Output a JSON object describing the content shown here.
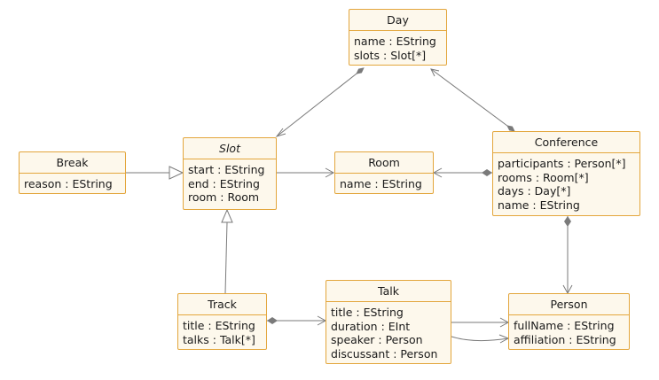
{
  "classes": {
    "day": {
      "name": "Day",
      "attributes": [
        "name : EString",
        "slots : Slot[*]"
      ]
    },
    "break": {
      "name": "Break",
      "attributes": [
        "reason : EString"
      ]
    },
    "slot": {
      "name": "Slot",
      "abstract": true,
      "attributes": [
        "start : EString",
        "end : EString",
        "room : Room"
      ]
    },
    "room": {
      "name": "Room",
      "attributes": [
        "name : EString"
      ]
    },
    "conference": {
      "name": "Conference",
      "attributes": [
        "participants : Person[*]",
        "rooms : Room[*]",
        "days : Day[*]",
        "name : EString"
      ]
    },
    "track": {
      "name": "Track",
      "attributes": [
        "title : EString",
        "talks : Talk[*]"
      ]
    },
    "talk": {
      "name": "Talk",
      "attributes": [
        "title : EString",
        "duration : EInt",
        "speaker : Person",
        "discussant : Person"
      ]
    },
    "person": {
      "name": "Person",
      "attributes": [
        "fullName : EString",
        "affiliation : EString"
      ]
    }
  },
  "relations": [
    {
      "from": "day",
      "to": "slot",
      "kind": "composition"
    },
    {
      "from": "conference",
      "to": "day",
      "kind": "composition"
    },
    {
      "from": "break",
      "to": "slot",
      "kind": "generalization"
    },
    {
      "from": "slot",
      "to": "room",
      "kind": "association"
    },
    {
      "from": "conference",
      "to": "room",
      "kind": "composition"
    },
    {
      "from": "conference",
      "to": "person",
      "kind": "composition"
    },
    {
      "from": "track",
      "to": "slot",
      "kind": "generalization"
    },
    {
      "from": "track",
      "to": "talk",
      "kind": "composition"
    },
    {
      "from": "talk",
      "to": "person",
      "kind": "association"
    },
    {
      "from": "talk",
      "to": "person",
      "kind": "association"
    }
  ],
  "colors": {
    "box_fill": "#fdf8ec",
    "box_border": "#e3a63c",
    "edge": "#7a7a7a",
    "text": "#1a1a1a"
  }
}
